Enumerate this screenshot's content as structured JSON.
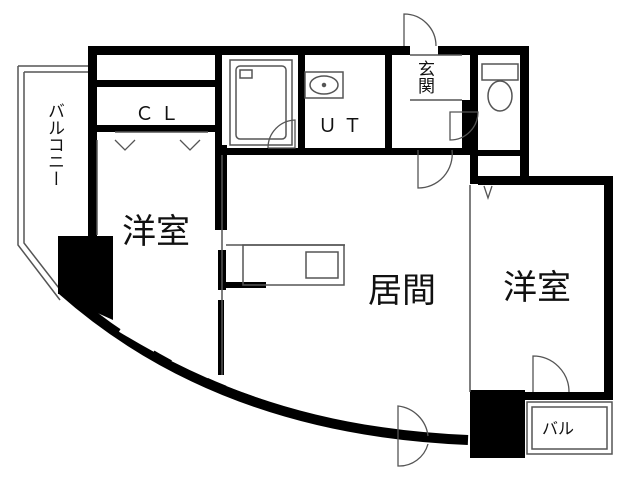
{
  "floorplan": {
    "rooms": {
      "western_room_left": "洋室",
      "western_room_right": "洋室",
      "living": "居間",
      "closet": "ＣＬ",
      "utility": "ＵＴ",
      "entrance": "玄関",
      "balcony_main": "バルコニー",
      "balcony_small": "バル"
    },
    "colors": {
      "wall": "#000000",
      "thin_line": "#555555",
      "background": "#ffffff"
    }
  }
}
